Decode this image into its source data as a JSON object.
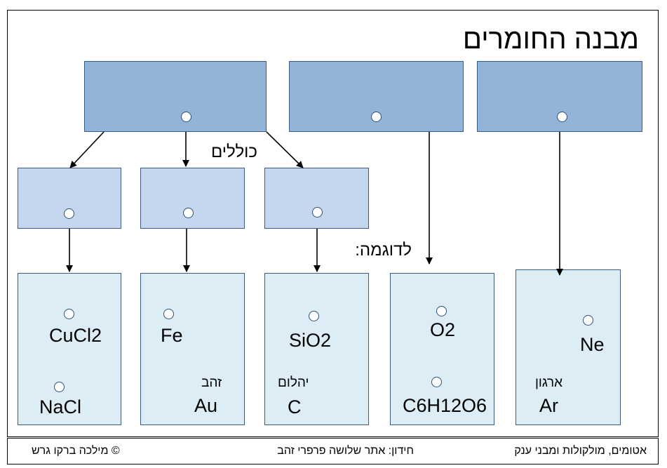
{
  "title": "מבנה החומרים",
  "labels": {
    "including": "כוללים",
    "example": "לדוגמה:"
  },
  "boxes": {
    "col1": {
      "line1": "CuCl2",
      "line2": "NaCl"
    },
    "col2": {
      "line1": "Fe",
      "name": "זהב",
      "line2": "Au"
    },
    "col3": {
      "line1": "SiO2",
      "name": "יהלום",
      "line2": "C"
    },
    "col4": {
      "line1": "O2",
      "line2": "C6H12O6"
    },
    "col5": {
      "line1": "Ne",
      "name": "ארגון",
      "line2": "Ar"
    }
  },
  "footer": {
    "right": "אטומים, מולקולות ומבני ענק",
    "middle": "חידון: אתר שלושה פרפרי זהב",
    "left": "© מילכה ברקו גרש"
  },
  "colors": {
    "top_box": "#94b3d8",
    "mid_box": "#c5d7ef",
    "bottom_box": "#dcedf5",
    "border": "#3a5a86"
  }
}
